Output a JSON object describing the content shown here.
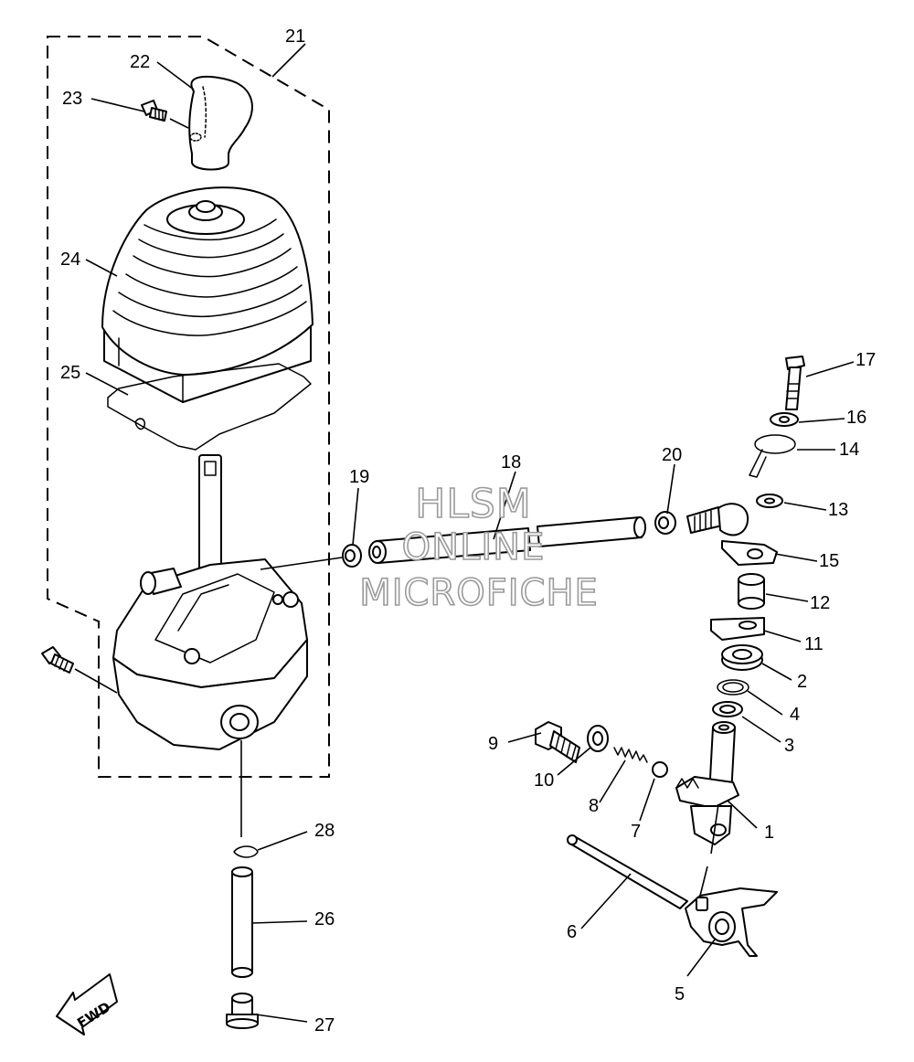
{
  "watermark": {
    "line1": "HLSM",
    "line2": "ONLINE",
    "line3": "MICROFICHE"
  },
  "fwd_label": "FWD",
  "callouts": [
    {
      "id": "c1",
      "label": "1"
    },
    {
      "id": "c2",
      "label": "2"
    },
    {
      "id": "c3",
      "label": "3"
    },
    {
      "id": "c4",
      "label": "4"
    },
    {
      "id": "c5",
      "label": "5"
    },
    {
      "id": "c6",
      "label": "6"
    },
    {
      "id": "c7",
      "label": "7"
    },
    {
      "id": "c8",
      "label": "8"
    },
    {
      "id": "c9",
      "label": "9"
    },
    {
      "id": "c10",
      "label": "10"
    },
    {
      "id": "c11",
      "label": "11"
    },
    {
      "id": "c12",
      "label": "12"
    },
    {
      "id": "c13",
      "label": "13"
    },
    {
      "id": "c14",
      "label": "14"
    },
    {
      "id": "c15",
      "label": "15"
    },
    {
      "id": "c16",
      "label": "16"
    },
    {
      "id": "c17",
      "label": "17"
    },
    {
      "id": "c18",
      "label": "18"
    },
    {
      "id": "c19",
      "label": "19"
    },
    {
      "id": "c20",
      "label": "20"
    },
    {
      "id": "c21",
      "label": "21"
    },
    {
      "id": "c22",
      "label": "22"
    },
    {
      "id": "c23",
      "label": "23"
    },
    {
      "id": "c24",
      "label": "24"
    },
    {
      "id": "c25",
      "label": "25"
    },
    {
      "id": "c26",
      "label": "26"
    },
    {
      "id": "c27",
      "label": "27"
    },
    {
      "id": "c28",
      "label": "28"
    }
  ]
}
